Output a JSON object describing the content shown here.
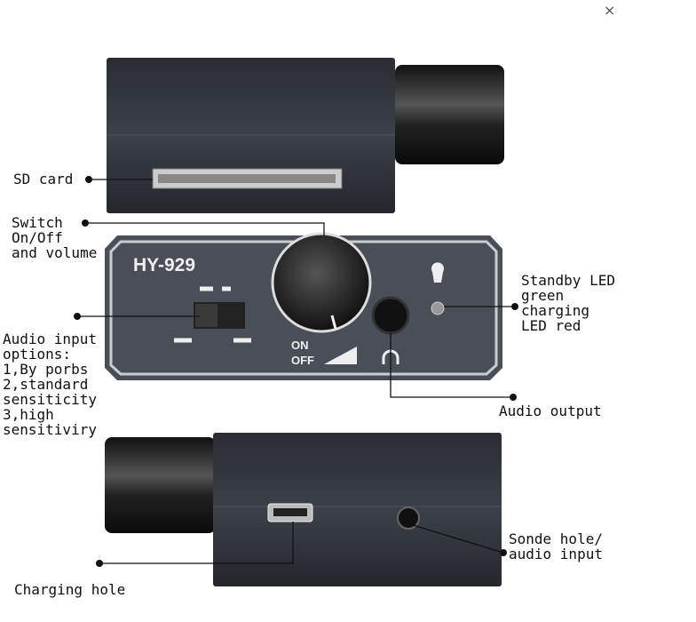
{
  "close_label": "×",
  "model": "HY-929",
  "panel": {
    "on": "ON",
    "off": "OFF"
  },
  "labels": {
    "sd_card": "SD card",
    "switch": "Switch\nOn/Off\nand volume",
    "audio_input": "Audio input\noptions:\n1,By porbs\n2,standard\nsensiticity\n3,high\nsensitiviry",
    "standby_led": "Standby LED\ngreen\ncharging\nLED red",
    "audio_output": "Audio output",
    "sonde": "Sonde hole/\naudio input",
    "charging": "Charging hole"
  }
}
